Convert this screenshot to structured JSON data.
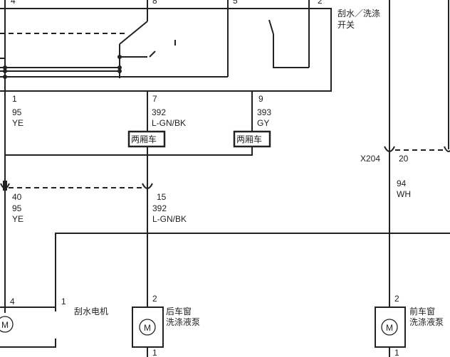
{
  "switch": {
    "label_line1": "刮水／洗涤",
    "label_line2": "开关",
    "top_pins": [
      "4",
      "8",
      "5",
      "2"
    ],
    "bottom_pins": [
      "1",
      "7",
      "9"
    ]
  },
  "wires": {
    "w1": {
      "pin": "1",
      "circuit": "95",
      "color": "YE"
    },
    "w7": {
      "pin": "7",
      "circuit": "392",
      "color": "L-GN/BK"
    },
    "w9": {
      "pin": "9",
      "circuit": "393",
      "color": "GY"
    }
  },
  "variant_tag": "两厢车",
  "connector_left": {
    "pin_a": "40",
    "circuit_a": "95",
    "color_a": "YE",
    "pin_b": "15",
    "circuit_b": "392",
    "color_b": "L-GN/BK"
  },
  "connector_right": {
    "name": "X204",
    "pin": "20",
    "circuit": "94",
    "color": "WH"
  },
  "components": {
    "wiper_motor": {
      "label": "刮水电机",
      "pin_left": "4",
      "pin_right": "1",
      "symbol": "M"
    },
    "rear_pump": {
      "label_line1": "后车窗",
      "label_line2": "洗涤液泵",
      "pin_top": "2",
      "pin_bottom": "1",
      "symbol": "M"
    },
    "front_pump": {
      "label_line1": "前车窗",
      "label_line2": "洗涤液泵",
      "pin_top": "2",
      "pin_bottom": "1",
      "symbol": "M"
    }
  }
}
